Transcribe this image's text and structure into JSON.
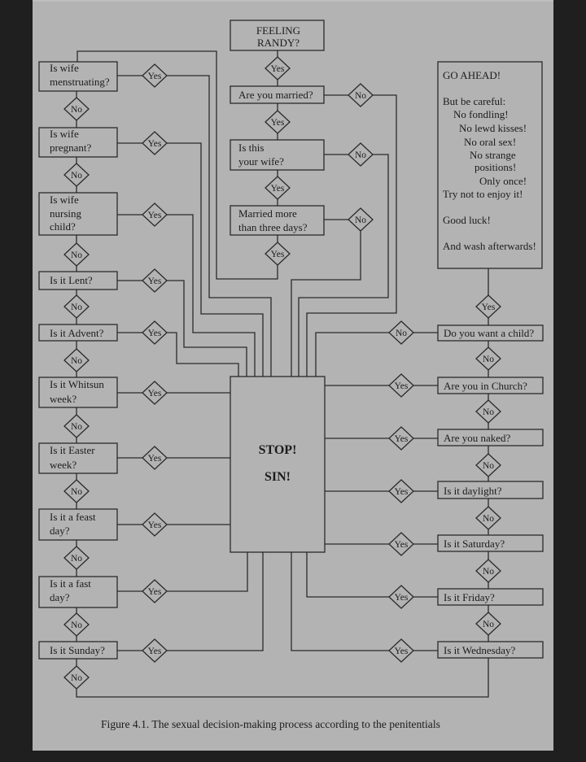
{
  "figure": {
    "caption": "Figure 4.1. The sexual decision-making process according to the penitentials",
    "colors": {
      "background": "#1f1f1f",
      "paper": "#b3b3b3",
      "ink": "#1c1c1c",
      "line": "#2a2a2a"
    }
  },
  "nodes": {
    "feeling_randy": {
      "type": "start",
      "lines": [
        "FEELING",
        "RANDY?"
      ]
    },
    "married": {
      "type": "question",
      "lines": [
        "Are you married?"
      ]
    },
    "your_wife": {
      "type": "question",
      "lines": [
        "Is this",
        "your wife?"
      ]
    },
    "married_3_days": {
      "type": "question",
      "lines": [
        "Married more",
        "than three days?"
      ]
    },
    "menstruating": {
      "type": "question",
      "lines": [
        "Is wife",
        "menstruating?"
      ]
    },
    "pregnant": {
      "type": "question",
      "lines": [
        "Is wife",
        "pregnant?"
      ]
    },
    "nursing": {
      "type": "question",
      "lines": [
        "Is wife",
        "nursing",
        "child?"
      ]
    },
    "lent": {
      "type": "question",
      "lines": [
        "Is it Lent?"
      ]
    },
    "advent": {
      "type": "question",
      "lines": [
        "Is it Advent?"
      ]
    },
    "whitsun": {
      "type": "question",
      "lines": [
        "Is it Whitsun",
        "week?"
      ]
    },
    "easter": {
      "type": "question",
      "lines": [
        "Is it Easter",
        "week?"
      ]
    },
    "feast_day": {
      "type": "question",
      "lines": [
        "Is it a feast",
        "day?"
      ]
    },
    "fast_day": {
      "type": "question",
      "lines": [
        "Is it a fast",
        "day?"
      ]
    },
    "sunday": {
      "type": "question",
      "lines": [
        "Is it Sunday?"
      ]
    },
    "wednesday": {
      "type": "question",
      "lines": [
        "Is it Wednesday?"
      ]
    },
    "friday": {
      "type": "question",
      "lines": [
        "Is it Friday?"
      ]
    },
    "saturday": {
      "type": "question",
      "lines": [
        "Is it Saturday?"
      ]
    },
    "daylight": {
      "type": "question",
      "lines": [
        "Is it daylight?"
      ]
    },
    "naked": {
      "type": "question",
      "lines": [
        "Are you naked?"
      ]
    },
    "church": {
      "type": "question",
      "lines": [
        "Are you in Church?"
      ]
    },
    "child": {
      "type": "question",
      "lines": [
        "Do you want a child?"
      ]
    },
    "stop": {
      "type": "outcome",
      "lines": [
        "STOP!",
        "SIN!"
      ]
    },
    "go_ahead": {
      "type": "outcome",
      "lines": [
        "GO AHEAD!",
        "But be careful:",
        "No fondling!",
        "No lewd kisses!",
        "No oral sex!",
        "No strange",
        "positions!",
        "Only once!",
        "Try not to enjoy it!",
        "Good luck!",
        "And wash afterwards!"
      ]
    }
  },
  "branches": [
    {
      "from": "feeling_randy",
      "label": "Yes",
      "to": "married"
    },
    {
      "from": "married",
      "label": "Yes",
      "to": "your_wife"
    },
    {
      "from": "married",
      "label": "No",
      "to": "stop"
    },
    {
      "from": "your_wife",
      "label": "Yes",
      "to": "married_3_days"
    },
    {
      "from": "your_wife",
      "label": "No",
      "to": "stop"
    },
    {
      "from": "married_3_days",
      "label": "Yes",
      "to": "menstruating"
    },
    {
      "from": "married_3_days",
      "label": "No",
      "to": "stop"
    },
    {
      "from": "menstruating",
      "label": "Yes",
      "to": "stop"
    },
    {
      "from": "menstruating",
      "label": "No",
      "to": "pregnant"
    },
    {
      "from": "pregnant",
      "label": "Yes",
      "to": "stop"
    },
    {
      "from": "pregnant",
      "label": "No",
      "to": "nursing"
    },
    {
      "from": "nursing",
      "label": "Yes",
      "to": "stop"
    },
    {
      "from": "nursing",
      "label": "No",
      "to": "lent"
    },
    {
      "from": "lent",
      "label": "Yes",
      "to": "stop"
    },
    {
      "from": "lent",
      "label": "No",
      "to": "advent"
    },
    {
      "from": "advent",
      "label": "Yes",
      "to": "stop"
    },
    {
      "from": "advent",
      "label": "No",
      "to": "whitsun"
    },
    {
      "from": "whitsun",
      "label": "Yes",
      "to": "stop"
    },
    {
      "from": "whitsun",
      "label": "No",
      "to": "easter"
    },
    {
      "from": "easter",
      "label": "Yes",
      "to": "stop"
    },
    {
      "from": "easter",
      "label": "No",
      "to": "feast_day"
    },
    {
      "from": "feast_day",
      "label": "Yes",
      "to": "stop"
    },
    {
      "from": "feast_day",
      "label": "No",
      "to": "fast_day"
    },
    {
      "from": "fast_day",
      "label": "Yes",
      "to": "stop"
    },
    {
      "from": "fast_day",
      "label": "No",
      "to": "sunday"
    },
    {
      "from": "sunday",
      "label": "Yes",
      "to": "stop"
    },
    {
      "from": "sunday",
      "label": "No",
      "to": "wednesday"
    },
    {
      "from": "wednesday",
      "label": "Yes",
      "to": "stop"
    },
    {
      "from": "wednesday",
      "label": "No",
      "to": "friday"
    },
    {
      "from": "friday",
      "label": "Yes",
      "to": "stop"
    },
    {
      "from": "friday",
      "label": "No",
      "to": "saturday"
    },
    {
      "from": "saturday",
      "label": "Yes",
      "to": "stop"
    },
    {
      "from": "saturday",
      "label": "No",
      "to": "daylight"
    },
    {
      "from": "daylight",
      "label": "Yes",
      "to": "stop"
    },
    {
      "from": "daylight",
      "label": "No",
      "to": "naked"
    },
    {
      "from": "naked",
      "label": "Yes",
      "to": "stop"
    },
    {
      "from": "naked",
      "label": "No",
      "to": "church"
    },
    {
      "from": "church",
      "label": "Yes",
      "to": "stop"
    },
    {
      "from": "church",
      "label": "No",
      "to": "child"
    },
    {
      "from": "child",
      "label": "No",
      "to": "stop"
    },
    {
      "from": "child",
      "label": "Yes",
      "to": "go_ahead"
    }
  ]
}
